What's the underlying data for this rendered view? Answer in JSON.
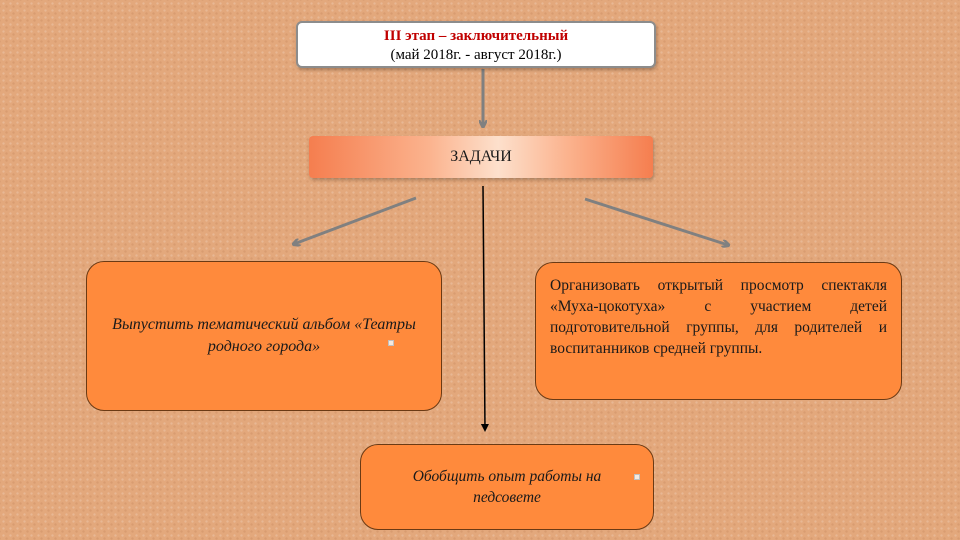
{
  "stage": {
    "title": "III этап – заключительный",
    "dates": "(май 2018г. - август 2018г.)"
  },
  "tasks_header": "ЗАДАЧИ",
  "tasks": {
    "left": "Выпустить тематический альбом «Театры родного города»",
    "right": "Организовать открытый просмотр спектакля «Муха-цокотуха» с участием детей подготовительной группы, для родителей и воспитанников средней группы.",
    "bottom": "Обобщить опыт работы на педсовете"
  },
  "colors": {
    "background": "#e3a87c",
    "task_fill": "#ff8a3c",
    "stage_title": "#c00000",
    "arrow_gray": "#7f7f7f"
  }
}
